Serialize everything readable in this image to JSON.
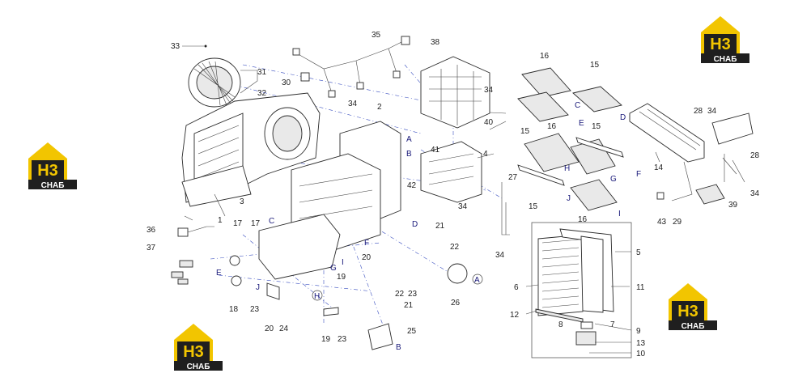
{
  "brand": {
    "logo_main": "H3",
    "logo_sub": "СНАБ",
    "color_yellow": "#f2c500",
    "color_dark": "#1f1f1f"
  },
  "callouts": {
    "n1": "1",
    "n2": "2",
    "n3": "3",
    "n4": "4",
    "n5": "5",
    "n6": "6",
    "n7": "7",
    "n8": "8",
    "n9": "9",
    "n10": "10",
    "n11": "11",
    "n12": "12",
    "n13": "13",
    "n14": "14",
    "n15": "15",
    "n16": "16",
    "n17": "17",
    "n18": "18",
    "n19": "19",
    "n20": "20",
    "n21": "21",
    "n22": "22",
    "n23": "23",
    "n24": "24",
    "n25": "25",
    "n26": "26",
    "n27": "27",
    "n28": "28",
    "n29": "29",
    "n30": "30",
    "n31": "31",
    "n32": "32",
    "n33": "33",
    "n34": "34",
    "n35": "35",
    "n36": "36",
    "n37": "37",
    "n38": "38",
    "n39": "39",
    "n40": "40",
    "n41": "41",
    "n42": "42",
    "n43": "43"
  },
  "letters": {
    "A": "A",
    "B": "B",
    "C": "C",
    "D": "D",
    "E": "E",
    "F": "F",
    "G": "G",
    "H": "H",
    "I": "I",
    "J": "J"
  }
}
